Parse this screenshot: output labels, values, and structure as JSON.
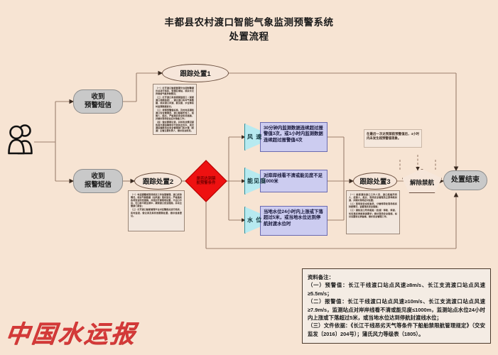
{
  "header": {
    "title_line1": "丰都县农村渡口智能气象监测预警系统",
    "title_line2": "处置流程"
  },
  "actor": {
    "icon": "people-icon",
    "label": ""
  },
  "flow": {
    "receive_warning_sms": {
      "line1": "收到",
      "line2": "预警短信"
    },
    "receive_alarm_sms": {
      "line1": "收到",
      "line2": "报警短信"
    },
    "track1": "跟踪处置1",
    "track2": "跟踪处置2",
    "track3": "跟踪处置3",
    "decision": "是否达到禁航预警条件",
    "release": "解除禁航",
    "finish": "处置结束"
  },
  "detail_blocks": {
    "track1_text": [
      "（一）打开渡口智能营理平台控制警提示点进行核实，受理区域站，核实水文异常或气象异常情况；",
      "（二）打开渡口系统视频监控口（或者渡口视频监控），通过渡口实时气象数据，核实渡口风速、能见度、水位等实时监测数据变化；",
      "（三）按照预警值标准，及时电话通知渡口安全管理员、渡口船舶所有人、经营人、船长，严格落实安全防范措施，并做好现场安全应对准备工作；",
      "（四）做好跟踪记录，并将有关情况报告县交通运输综合行政执法支队、县交通运输委员会安全管理部门和乡镇（街道）主管主要负责人，做好安全防范。"
    ],
    "track2_text": [
      "（一）电话提醒或现场核实工作加强管理、渡口实际情况，核实气象数据（如风速）现状变化，严格落实各项安全防范措施，并组织开展现场处置，不出口不出，可口前不驶出港中，确保渡口安全措施，并向主管部门报告；",
      "（二）打开渡口智能管理平台对应警报点进行核实，实时监控，做记录及其有效跟踪处置，做好信息登记。"
    ],
    "track3_text": [
      "（一）接报通知渡口工作人员、渡口船舶所有人、经营人、船长、现场安全管理员立即停航封渡，并做好现场应对处置；",
      "（二）现场和安全核查员、分管领导赴现场核实封航情况，监督落实安全措施；",
      "（三）通知进口所有船舶（含渡）停航、停渡，切实落实停航禁渡要求；做好现场安全措施、标识设置和记录备案，做好安全管理工作。"
    ],
    "release_text": "在最后一次达到禁航预警值后，4小时内未发生超预警值现象。"
  },
  "conditions": [
    {
      "factor": "风 速",
      "text": "30分钟内监测数据连续超过报警值3次，或1小时内监测数据连续超过报警值4次"
    },
    {
      "factor": "能见度",
      "text": "对岸岸线看不清或能见度不足1000米"
    },
    {
      "factor": "水 位",
      "text": "当地水位24小时内上涨或下落超过5米，或当地水位达到停航封渡水位时"
    }
  ],
  "notes": {
    "heading": "资料备注：",
    "items": [
      "（一）预警值：长江干线渡口站点风速≥8m/s、长江支流渡口站点风速≥5.5m/s；",
      "（二）报警值：长江干线渡口站点风速≥10m/s、长江支流渡口站点风速≥7.9m/s，监测站点对岸岸线看不清或能见度≤1000m，监测站点水位24小时内上涨或下落超过5米，或当地水位达到停航封渡线水位；",
      "（三）文件依据：《长江干线恶劣天气等条件下船舶禁限航管理规定》（交安监发〔2016〕204号）；蒲氏风力等级表（1805）。"
    ]
  },
  "watermark": {
    "text": "中国水运报"
  },
  "colors": {
    "background": "#f7e4d3",
    "capsule": "#c9c9c9",
    "condition_box": "#ccccf0",
    "triangle": "#b7eaf0",
    "diamond": "#ee1111",
    "wire": "#9c7f6d",
    "watermark": "#d22b2b"
  }
}
